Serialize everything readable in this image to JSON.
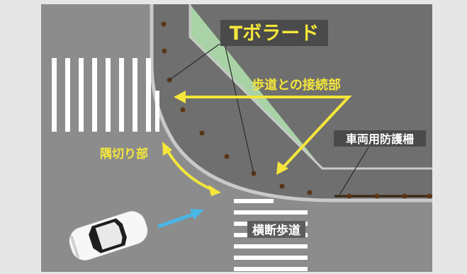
{
  "labels": {
    "t_bollard": "Tボラード",
    "sidewalk_junction": "歩道との接続部",
    "vehicle_fence": "車両用防護柵",
    "corner_cut": "隅切り部",
    "crosswalk": "横断歩道"
  },
  "colors": {
    "road": "#8c8c8c",
    "frame": "#e6e6e6",
    "grass": "#a9d3a6",
    "sidewalk": "#6f6f6f",
    "curb": "#c9c9c9",
    "bollard": "#5a3516",
    "arrow_yellow": "#f4e63b",
    "arrow_blue": "#49b6e6",
    "label_bg": "#4a4a4a",
    "label_bg_bottom": "#5c5c5c",
    "text_white": "#ffffff",
    "text_yellow": "#f4e63b"
  },
  "icons": {
    "vehicle": "car-icon",
    "bollard": "bollard-icon"
  }
}
